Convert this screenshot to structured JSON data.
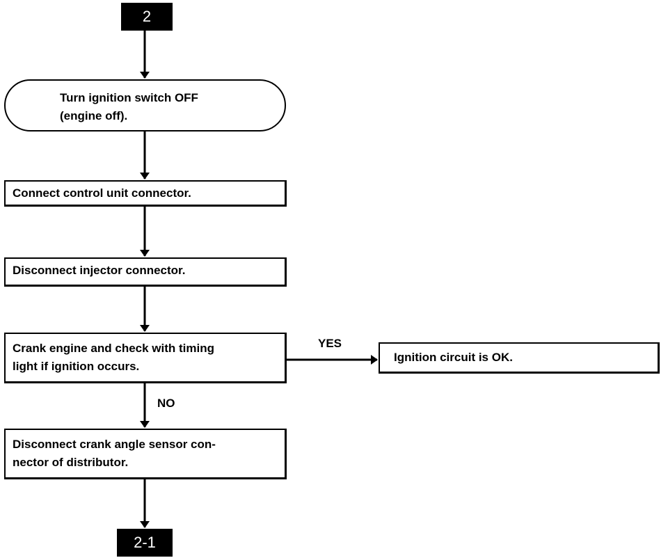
{
  "flowchart": {
    "start_connector": "2",
    "end_connector": "2-1",
    "steps": {
      "turn_ignition_off": "Turn ignition switch OFF\n(engine off).",
      "connect_control_unit": "Connect control unit connector.",
      "disconnect_injector": "Disconnect injector connector.",
      "crank_engine_check": "Crank engine and check with timing\nlight if ignition occurs.",
      "ignition_ok": "Ignition circuit is OK.",
      "disconnect_crank_sensor": "Disconnect crank angle sensor con-\nnector of distributor."
    },
    "branch_labels": {
      "yes": "YES",
      "no": "NO"
    }
  }
}
